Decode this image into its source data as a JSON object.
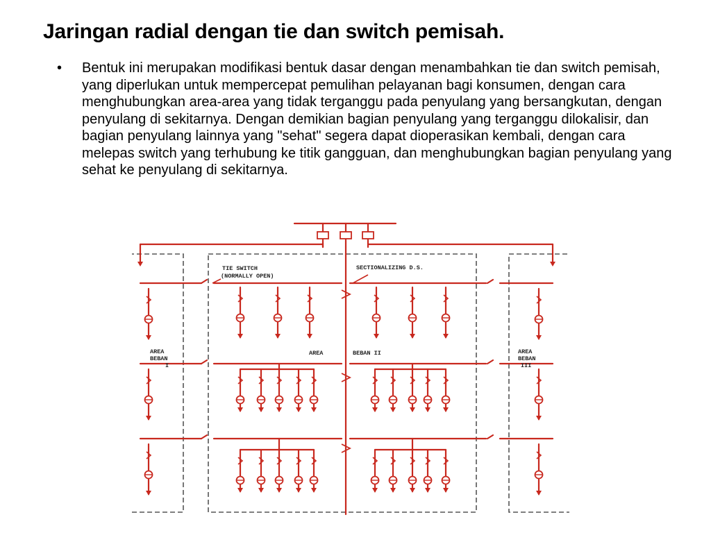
{
  "slide": {
    "title": "Jaringan radial dengan tie dan switch pemisah.",
    "bullets": [
      {
        "symbol": "•",
        "text": "Bentuk ini merupakan modifikasi bentuk dasar dengan menambahkan tie dan switch pemisah, yang diperlukan untuk mempercepat pemulihan pelayanan bagi konsumen, dengan cara menghubungkan area-area yang tidak terganggu pada penyulang yang bersangkutan, dengan penyulang di sekitarnya. Dengan demikian bagian penyulang yang terganggu dilokalisir, dan bagian penyulang lainnya yang \"sehat\" segera dapat dioperasikan kembali, dengan cara melepas switch yang terhubung ke titik gangguan, dan menghubungkan bagian penyulang yang sehat ke penyulang di sekitarnya."
      }
    ]
  },
  "diagram": {
    "labels": {
      "tie_switch_1": "TIE SWITCH",
      "tie_switch_2": "(NORMALLY OPEN)",
      "sectionalizing": "SECTIONALIZING D.S.",
      "area1_1": "AREA",
      "area1_2": "BEBAN",
      "area1_3": "I",
      "area2_a": "AREA",
      "area2_b": "BEBAN II",
      "area3_1": "AREA",
      "area3_2": "BEBAN",
      "area3_3": "III"
    },
    "colors": {
      "line": "#c8281e",
      "boundary": "#555555",
      "labels": "#222222"
    }
  }
}
